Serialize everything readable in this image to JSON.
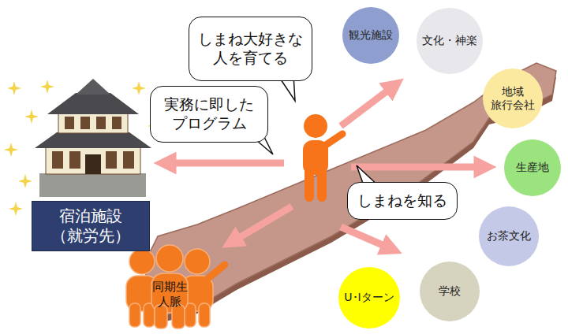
{
  "diagram": {
    "nodes": [
      {
        "text": [
          "しまね大好きな 人を育てる"
        ]
      },
      {
        "text": [
          "観光施設"
        ]
      },
      {
        "text": [
          "文化・神楽"
        ]
      },
      {
        "text": [
          "地域 旅行会社"
        ]
      },
      {
        "text": [
          "実務に即した プログラム"
        ]
      },
      {
        "text": [
          "生産地"
        ]
      },
      {
        "text": [
          "しまねを知る"
        ]
      },
      {
        "text": [
          "宿泊施設 （就労先）"
        ]
      },
      {
        "text": [
          "お茶文化"
        ]
      },
      {
        "text": [
          "学校"
        ]
      },
      {
        "text": [
          "同期生 人脈"
        ]
      },
      {
        "text": [
          "U･Iターン"
        ]
      }
    ]
  }
}
